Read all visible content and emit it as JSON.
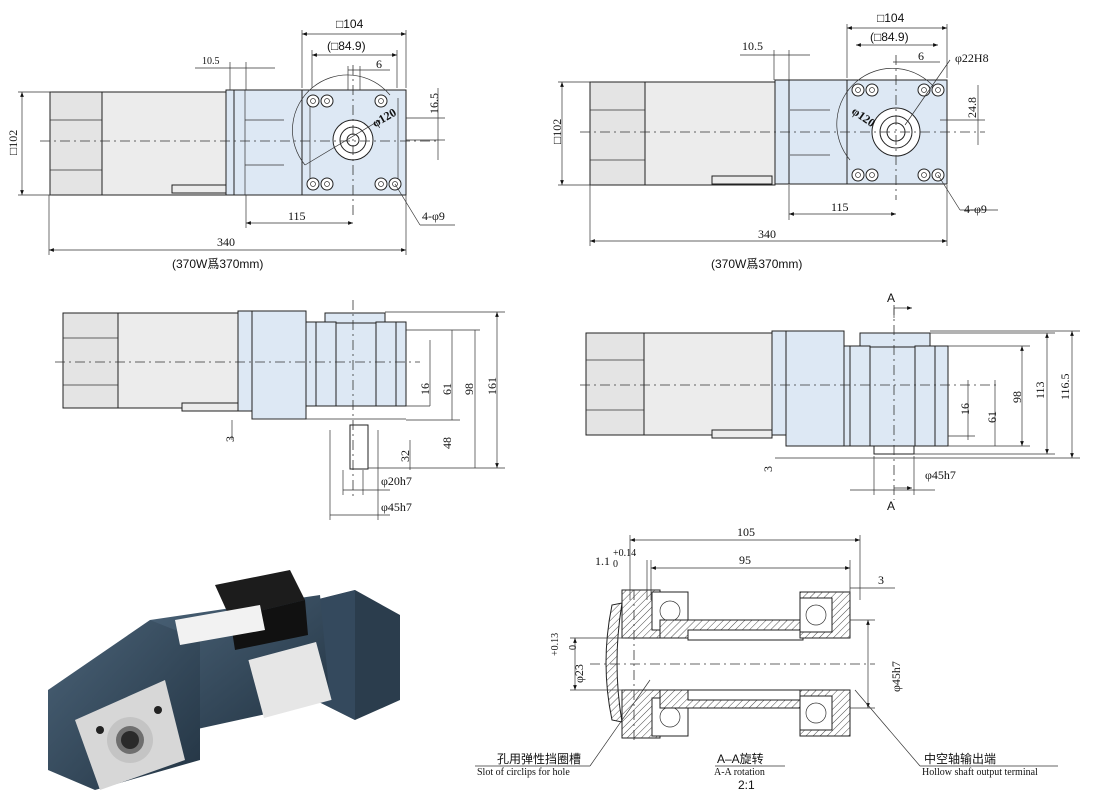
{
  "view1": {
    "square_104": "□104",
    "square_84_9": "(□84.9)",
    "dim_6": "6",
    "dim_10_5": "10.5",
    "dim_16_5": "16.5",
    "square_102": "□102",
    "pcd_120": "φ120",
    "holes": "4-φ9",
    "dim_115": "115",
    "dim_340": "340",
    "note": "(370W爲370mm)"
  },
  "view2": {
    "square_104": "□104",
    "square_84_9": "(□84.9)",
    "dim_6": "6",
    "dim_10_5": "10.5",
    "bore": "φ22H8",
    "dim_24_8": "24.8",
    "square_102": "□102",
    "pcd_120": "φ120",
    "holes": "4-φ9",
    "dim_115": "115",
    "dim_340": "340",
    "note": "(370W爲370mm)"
  },
  "view3": {
    "dim_16": "16",
    "dim_61": "61",
    "dim_98": "98",
    "dim_161": "161",
    "dim_3": "3",
    "dim_48": "48",
    "dim_32": "32",
    "shaft": "φ20h7",
    "flange": "φ45h7"
  },
  "view4": {
    "section_a_top": "A",
    "section_a_bottom": "A",
    "dim_16": "16",
    "dim_61": "61",
    "dim_98": "98",
    "dim_113": "113",
    "dim_116_5": "116.5",
    "dim_3": "3",
    "flange": "φ45h7"
  },
  "section": {
    "dim_105": "105",
    "dim_95": "95",
    "dim_3": "3",
    "groove_base": "1.1",
    "groove_upper": "+0.14",
    "groove_lower": "0",
    "bore_base": "φ23",
    "bore_upper": "+0.13",
    "bore_lower": "0",
    "flange": "φ45h7",
    "label_left_cn": "孔用弹性挡圈槽",
    "label_left_en": "Slot of circlips for hole",
    "label_mid_cn": "A–A旋转",
    "label_mid_en": "A-A rotation",
    "scale": "2:1",
    "label_right_cn": "中空轴输出端",
    "label_right_en": "Hollow shaft output terminal"
  },
  "photo": {
    "label": "product-photo",
    "colors": {
      "body": "#2f4254",
      "body_light": "#3f566b",
      "face": "#d9d9d9",
      "box": "#1c1c1c"
    }
  }
}
